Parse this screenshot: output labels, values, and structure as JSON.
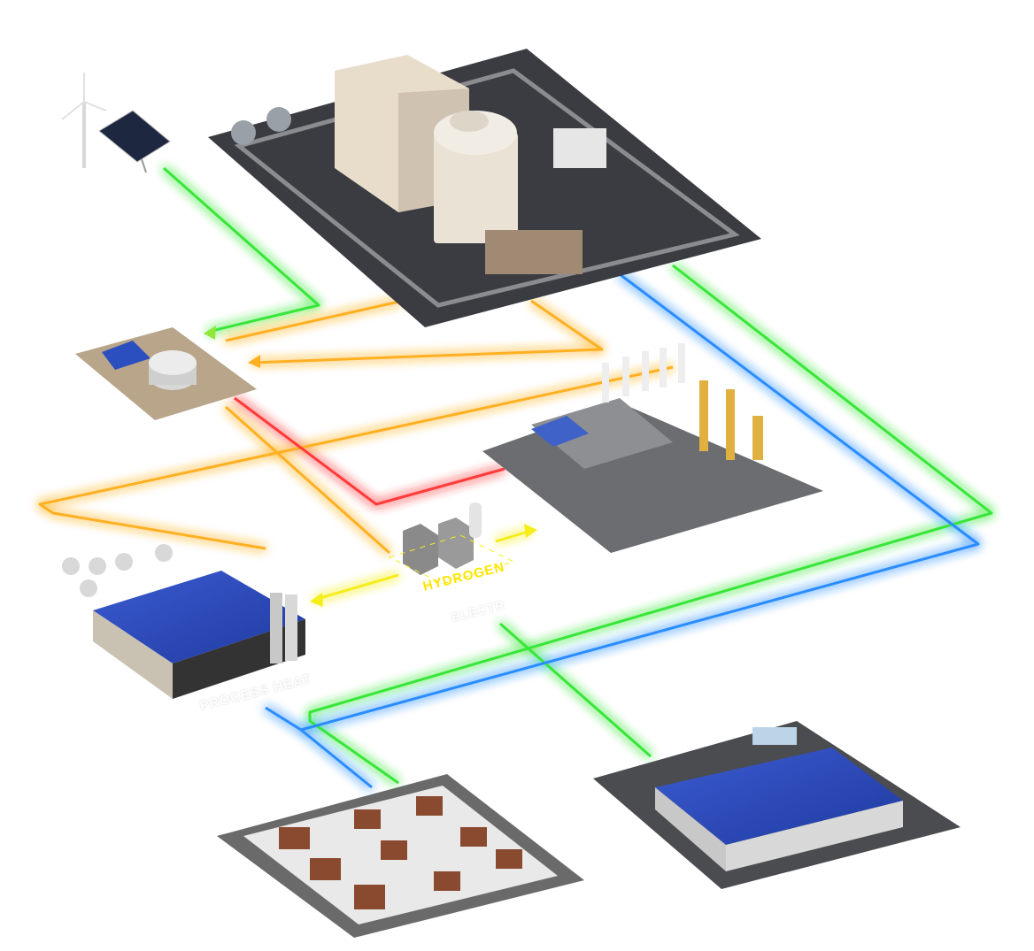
{
  "labels": {
    "hydrogen": "HYDROGEN",
    "process_heat": "PROCESS HEAT",
    "electrolysis": "ELECTR"
  },
  "colors": {
    "electricity_green": "#39e639",
    "electricity_blue": "#2a8cff",
    "heat_orange": "#ffb020",
    "hydrogen_yellow": "#f5ee1a",
    "hot_red": "#ff3a3a"
  }
}
